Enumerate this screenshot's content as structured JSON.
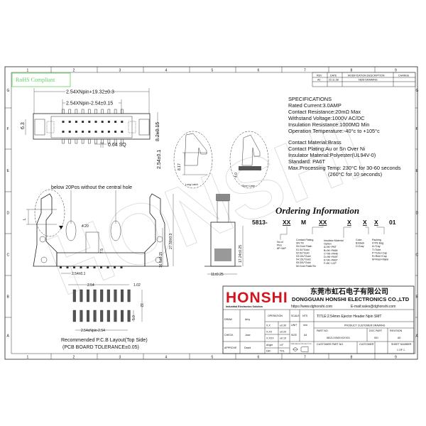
{
  "frame": {
    "columns": [
      "1",
      "2",
      "3",
      "4",
      "5",
      "6",
      "7",
      "8",
      "9"
    ],
    "rows": [
      "G",
      "F",
      "E",
      "D",
      "C",
      "B",
      "A"
    ]
  },
  "rohs": "RoHS Compliant",
  "revision_table": {
    "headers": [
      "REV",
      "DATE",
      "MODIFICATION DESCRIPTION",
      "CHANGE"
    ],
    "row": [
      "A0",
      "22.11.08",
      "NEW DRAWING",
      ""
    ]
  },
  "specifications": {
    "title": "SPECIFICATIONS",
    "lines": [
      "Rated Current:3.0AMP",
      "Contact Resistance:20mΩ Max",
      "Withstand Voltage:1000V AC/DC",
      "Insulation Resistance:1000MΩ Min",
      "Operation Temperature:-40°c to +105°c",
      "Contact Material:Brass",
      "Contact Plating:Au or Sn Over Ni",
      "Insulator Material:Polyester(UL94V-0)",
      "Standard:          PA6T",
      "Max.Processing Temp: 230°C for 30-60 seconds",
      "(260°C for 10 seconds)"
    ]
  },
  "dimensions": {
    "overall": "2.54XNpin+19.32±0.3",
    "pitch_span": "2.54XNpin-2.54±0.15",
    "height_top": "6.3",
    "width_top": "8.2±0.15",
    "pin_sq": "0.64 SQ",
    "pin_offset": "2.54±0.1",
    "latch_long": "8.17",
    "latch_short": "4.0",
    "center_note": "below 20Pos without the central hole",
    "key_width": "4.20",
    "key_height": "7.5",
    "l_label": "L",
    "body_h": "16.6±0.15",
    "total_h": "27.50±0.3",
    "pitch": "2.54±0.1",
    "side_h": "17.24±0.25",
    "side_w": "11±0.25",
    "pcb_pitch": "2.54",
    "pcb_pad": "1.02",
    "pcb_row": "12",
    "pcb_rowgap": "5.0",
    "pcb_span": "2.54xNpin-2.54"
  },
  "latch_labels": {
    "long": "Long Latch",
    "short": "Short Latch"
  },
  "pcb_caption": [
    "Recommended P.C.B Layout(Top Side)",
    "(PCB BOARD TOLERANCE±0.05)"
  ],
  "ordering": {
    "title": "Ordering Information",
    "code": [
      "5813-",
      "XX",
      "M",
      "XX",
      "X",
      "X",
      "X",
      "01"
    ],
    "pins": [
      "No.of",
      "Pins",
      "6P~64P"
    ],
    "plating": [
      "Contact Plating",
      "SN:Tin",
      "00:Gold Flash",
      "01:3U\"Gold",
      "02:5U\"Gold",
      "03:10U\"Gold",
      "04:15U\"Gold",
      "05:30U\"Gold",
      "50:Gold Flash/Tin"
    ],
    "insulator": [
      "Insulator Material",
      "Option",
      "A=9K~PBT",
      "B=9K~PA66",
      "C=9K~PA46",
      "D=9K~PA9T",
      "E=9K~PA6T",
      "F=9K~LCP"
    ],
    "color": [
      "Color",
      "B:Black",
      "G:Gray"
    ],
    "packing": [
      "Packing",
      "0=PE Bag",
      "A=Tray",
      "T=Tube",
      "P=Tube+Cap",
      "R=Reel+Cap",
      "M=Reel+Mylar"
    ]
  },
  "company": {
    "logo": "HONSHI",
    "tagline": "Industrial Electronics Solution",
    "name_cn": "东莞市虹石电子有限公司",
    "name_en": "DONGGUAN HONSHI ELECTRONICS CO.,LTD",
    "web": "https://www.dghonshi.com",
    "email": "E-mail:sales@dghonshi.com",
    "watermark": "HONSHI"
  },
  "title_block": {
    "draw_label": "DRAW",
    "draw": "Amy",
    "check_label": "CHECK",
    "check": "Jose",
    "approve_label": "APPROVE",
    "approve": "David",
    "operation": "OPERATION",
    "tol": [
      [
        "X.X",
        "±0.30"
      ],
      [
        "X.XX",
        "±0.20"
      ],
      [
        "X.XXX",
        "±0.10"
      ],
      [
        "Angle",
        "±3°"
      ],
      [
        "Dim",
        "TOL"
      ]
    ],
    "scale_label": "SCALE",
    "scale": "NTS",
    "unit_label": "UNIT",
    "unit": "mm",
    "size_label": "SIZE",
    "size": "A4",
    "projection": "THIRD ANGLE PROJECTION",
    "title": "TITLE:2.54mm  Ejector  Header  Npin  SMT",
    "subtitle": "PRODUCT CUSTOMER DRAWING",
    "part_label": "PART NO.",
    "part": "5813-XXMXXXXX01",
    "doc_label": "DOC PART",
    "doc": "001",
    "rev_label": "REVISION",
    "rev": "A0",
    "cust_part_label": "CUSTOMER PART NO.",
    "cust_label": "CUSTOMER",
    "sheet_label": "SHEET NUMBER",
    "sheet": "1 OF 1"
  },
  "colors": {
    "rohs": "#5fd35f",
    "logo": "#d4141c"
  }
}
